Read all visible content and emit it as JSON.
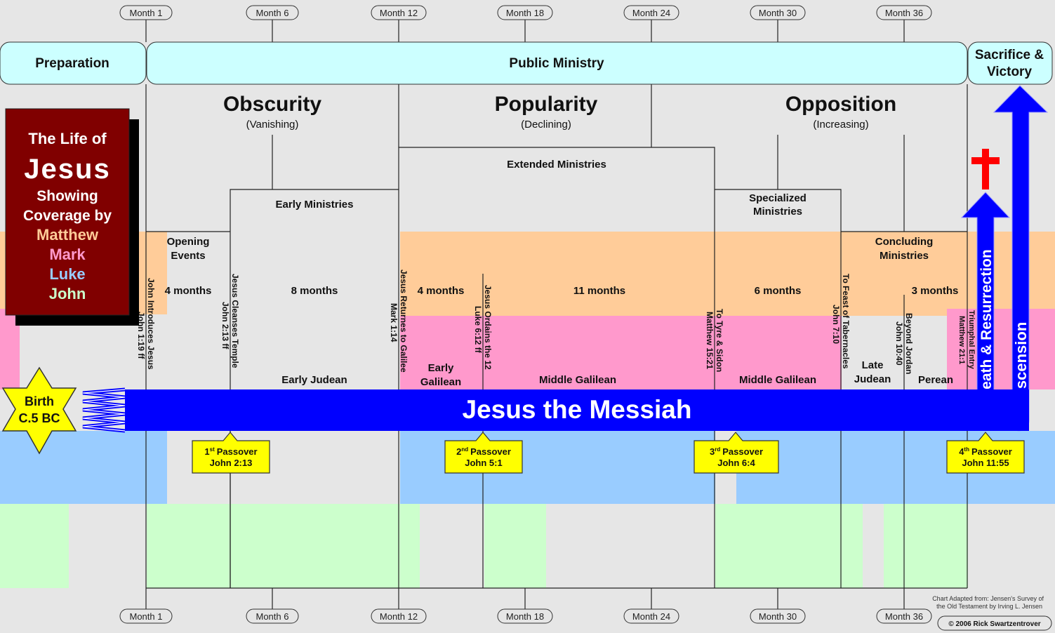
{
  "months": [
    "Month 1",
    "Month 6",
    "Month 12",
    "Month 18",
    "Month 24",
    "Month 30",
    "Month 36"
  ],
  "phases": {
    "preparation": "Preparation",
    "public": "Public Ministry",
    "sacrifice_1": "Sacrifice &",
    "sacrifice_2": "Victory"
  },
  "eras": [
    {
      "title": "Obscurity",
      "sub": "(Vanishing)"
    },
    {
      "title": "Popularity",
      "sub": "(Declining)"
    },
    {
      "title": "Opposition",
      "sub": "(Increasing)"
    }
  ],
  "ministries": {
    "early": "Early Ministries",
    "extended": "Extended Ministries",
    "specialized_1": "Specialized",
    "specialized_2": "Ministries",
    "concluding_1": "Concluding",
    "concluding_2": "Ministries",
    "opening_1": "Opening",
    "opening_2": "Events"
  },
  "durations": [
    "4 months",
    "8 months",
    "4 months",
    "11 months",
    "6 months",
    "3 months"
  ],
  "regions": {
    "early_judean": "Early Judean",
    "early_galilean_1": "Early",
    "early_galilean_2": "Galilean",
    "middle_galilean_a": "Middle Galilean",
    "middle_galilean_b": "Middle Galilean",
    "late_judean_1": "Late",
    "late_judean_2": "Judean",
    "perean": "Perean"
  },
  "events": [
    {
      "line1": "John Introduces Jesus",
      "line2": "John 1:19 ff"
    },
    {
      "line1": "Jesus Cleanses Temple",
      "line2": "John 2:13 ff"
    },
    {
      "line1": "Jesus Returnes to Galilee",
      "line2": "Mark 1:14"
    },
    {
      "line1": "Jesus Ordains the 12",
      "line2": "Luke 6:12 ff"
    },
    {
      "line1": "To Tyre & Sidon",
      "line2": "Matthew 15:21"
    },
    {
      "line1": "To Feast of Tabernacles",
      "line2": "John 7:10"
    },
    {
      "line1": "Beyond Jordan",
      "line2": "John 10:40"
    },
    {
      "line1": "Triumphal Entry",
      "line2": "Matthew 21:1"
    }
  ],
  "passovers": [
    {
      "ord": "1",
      "sup": "st",
      "word": "Passover",
      "ref": "John 2:13"
    },
    {
      "ord": "2",
      "sup": "nd",
      "word": "Passover",
      "ref": "John 5:1"
    },
    {
      "ord": "3",
      "sup": "rd",
      "word": "Passover",
      "ref": "John 6:4"
    },
    {
      "ord": "4",
      "sup": "th",
      "word": "Passover",
      "ref": "John 11:55"
    }
  ],
  "birth": {
    "line1": "Birth",
    "line2": "C.5 BC"
  },
  "messiah": "Jesus the Messiah",
  "death": "Death & Resurrection",
  "ascension": "Ascension",
  "title_box": {
    "l1": "The Life of",
    "l2": "Jesus",
    "l3": "Showing",
    "l4": "Coverage by",
    "matthew": "Matthew",
    "mark": "Mark",
    "luke": "Luke",
    "john": "John"
  },
  "credit": {
    "l1": "Chart Adapted from: Jensen's Survey of",
    "l2": "the Old Testament by Irving L. Jensen",
    "copyright": "© 2006 Rick Swartzentrover"
  },
  "colors": {
    "matthew": "#ffcc99",
    "mark": "#ff99cc",
    "luke": "#99ccff",
    "john": "#ccffcc",
    "phase": "#ccffff",
    "messiah": "#0000ff",
    "passover": "#ffff00",
    "cross": "#ff0000",
    "title_bg": "#800000",
    "bg": "#e6e6e6"
  }
}
